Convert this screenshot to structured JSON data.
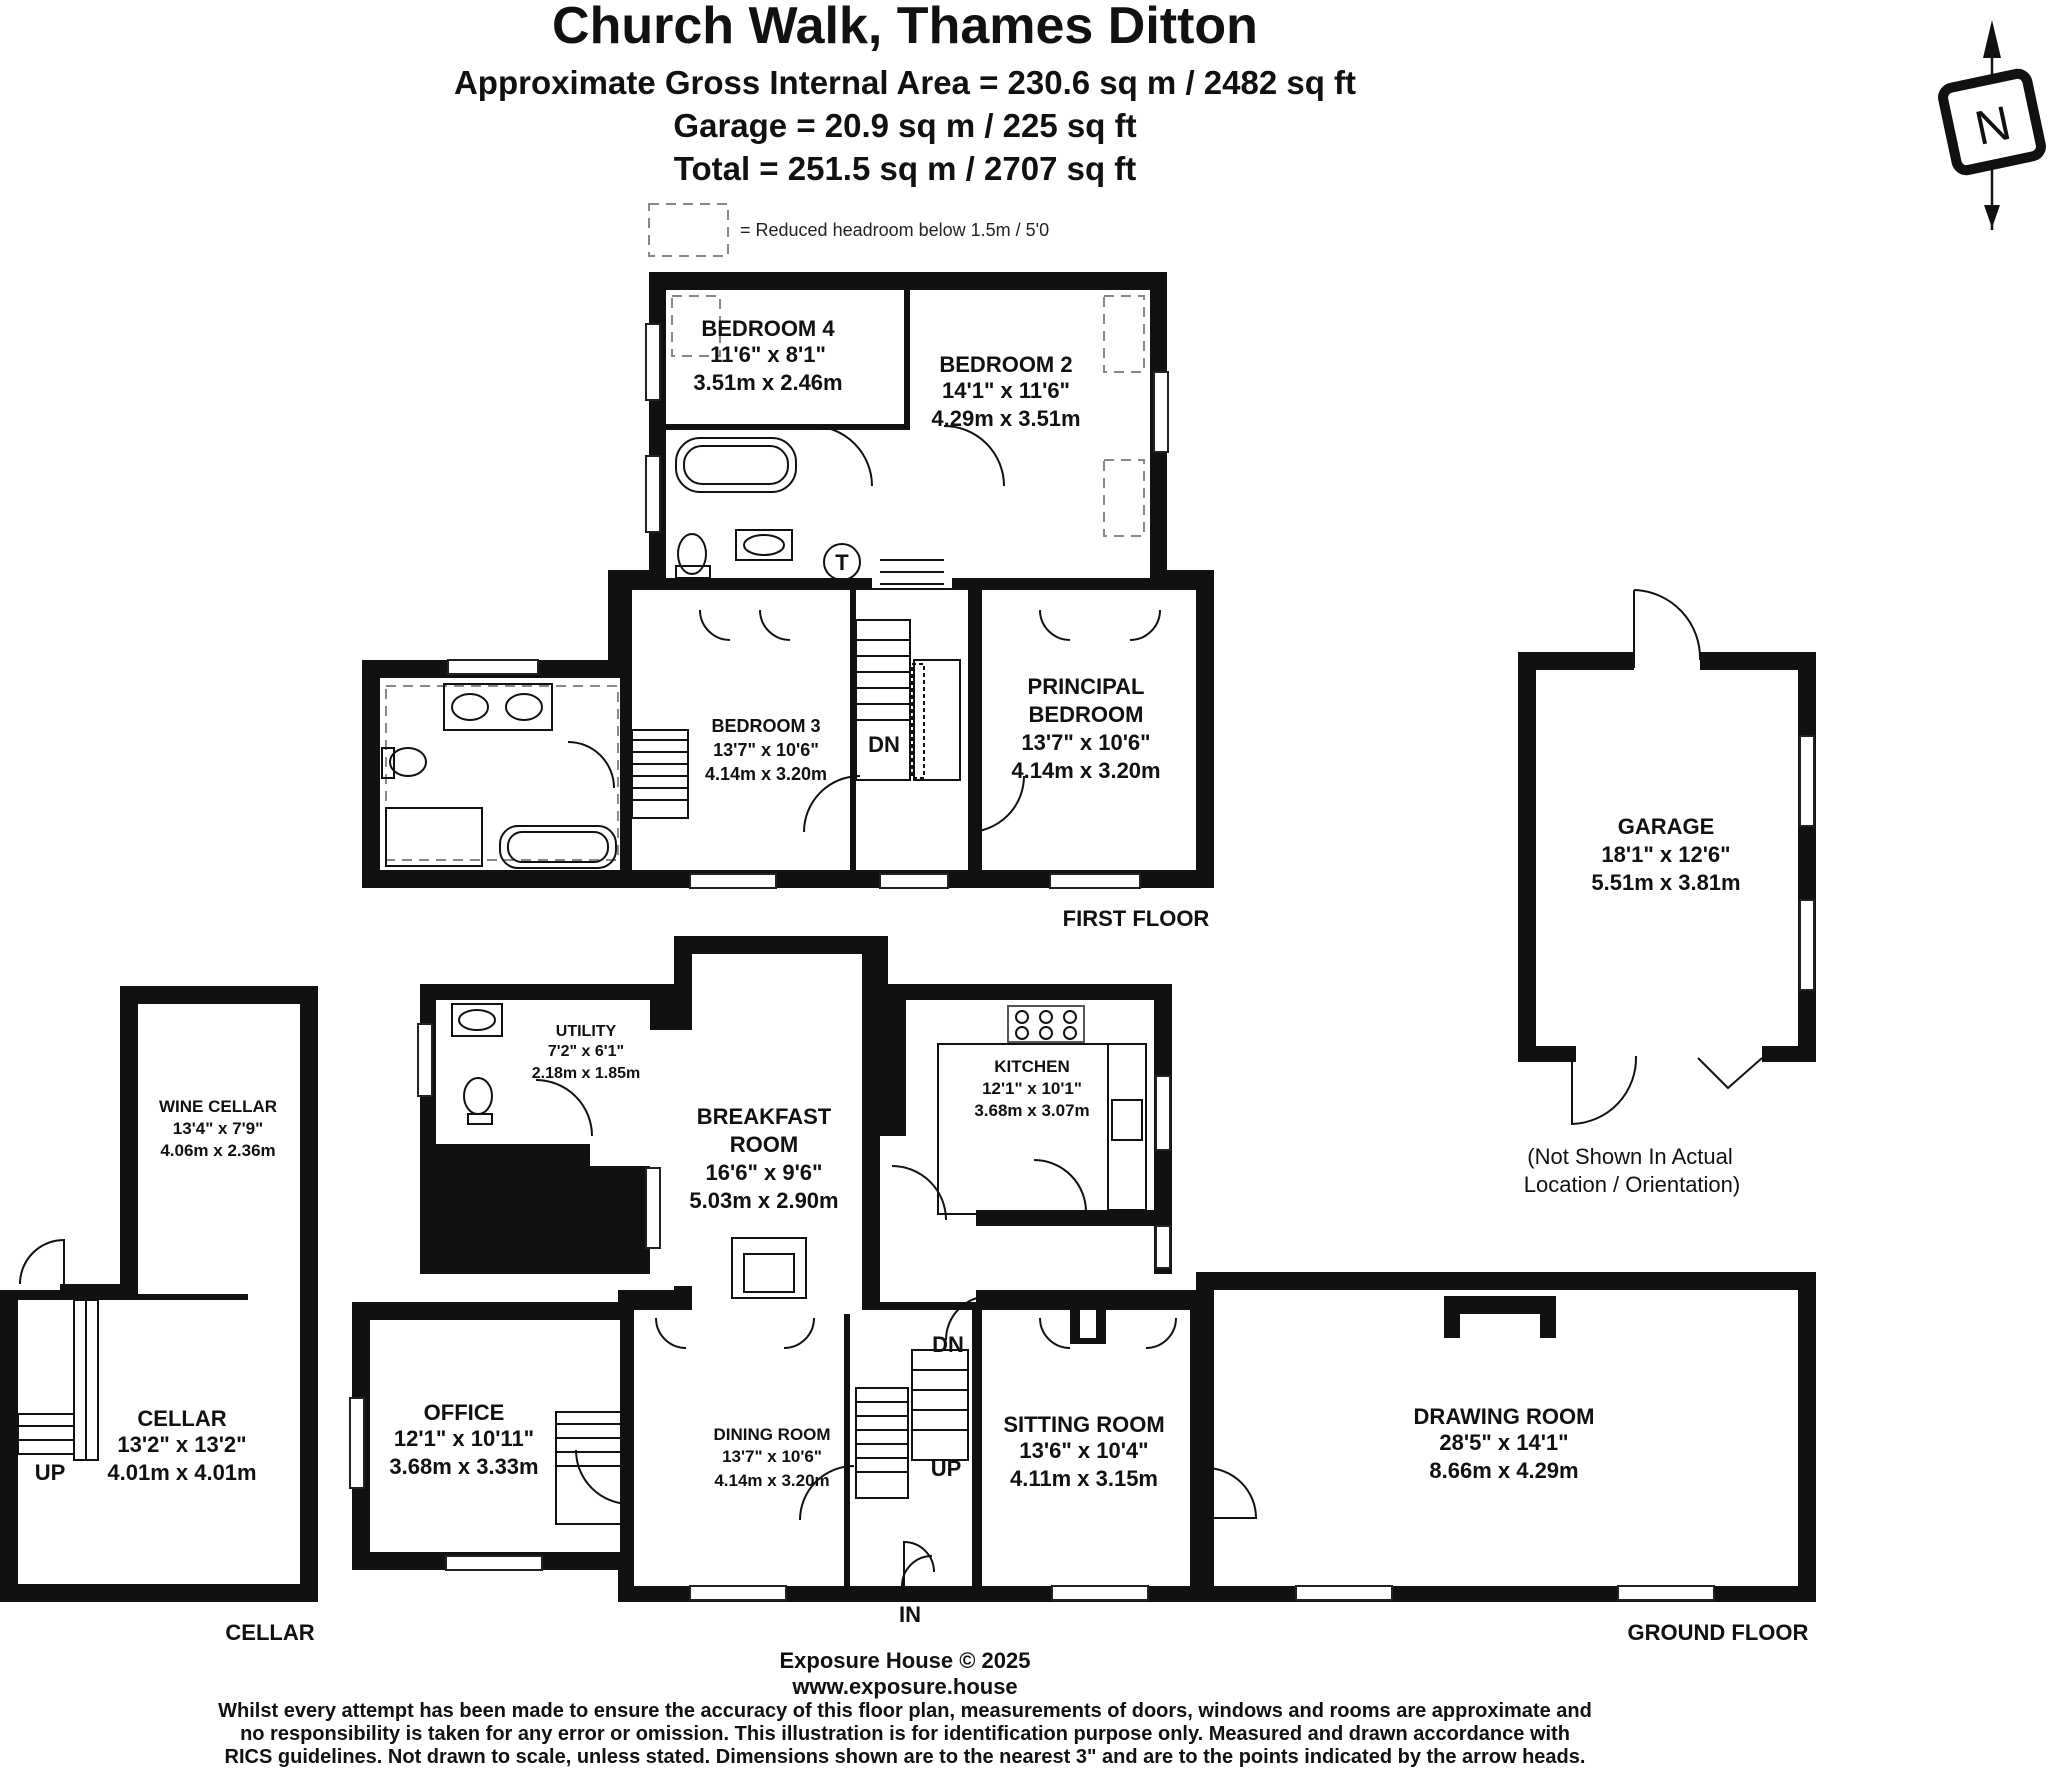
{
  "header": {
    "title": "Church Walk, Thames Ditton",
    "area_line": "Approximate Gross Internal Area = 230.6 sq m / 2482 sq ft",
    "garage_line": "Garage = 20.9 sq m / 225 sq ft",
    "total_line": "Total = 251.5 sq m / 2707 sq ft"
  },
  "legend": {
    "reduced_headroom": "= Reduced headroom below 1.5m / 5'0"
  },
  "compass": {
    "letter": "N"
  },
  "rooms": {
    "bedroom4": {
      "name": "BEDROOM 4",
      "imperial": "11'6\" x 8'1\"",
      "metric": "3.51m x 2.46m"
    },
    "bedroom2": {
      "name": "BEDROOM 2",
      "imperial": "14'1\" x 11'6\"",
      "metric": "4.29m x 3.51m"
    },
    "bedroom3": {
      "name": "BEDROOM 3",
      "imperial": "13'7\" x 10'6\"",
      "metric": "4.14m x 3.20m"
    },
    "principal": {
      "name1": "PRINCIPAL",
      "name2": "BEDROOM",
      "imperial": "13'7\" x 10'6\"",
      "metric": "4.14m x 3.20m"
    },
    "garage": {
      "name": "GARAGE",
      "imperial": "18'1\" x 12'6\"",
      "metric": "5.51m x 3.81m"
    },
    "utility": {
      "name": "UTILITY",
      "imperial": "7'2\" x 6'1\"",
      "metric": "2.18m x 1.85m"
    },
    "breakfast": {
      "name1": "BREAKFAST",
      "name2": "ROOM",
      "imperial": "16'6\" x 9'6\"",
      "metric": "5.03m x 2.90m"
    },
    "kitchen": {
      "name": "KITCHEN",
      "imperial": "12'1\" x 10'1\"",
      "metric": "3.68m x 3.07m"
    },
    "wine_cellar": {
      "name": "WINE CELLAR",
      "imperial": "13'4\" x 7'9\"",
      "metric": "4.06m x 2.36m"
    },
    "cellar": {
      "name": "CELLAR",
      "imperial": "13'2\" x 13'2\"",
      "metric": "4.01m x 4.01m"
    },
    "office": {
      "name": "OFFICE",
      "imperial": "12'1\" x 10'11\"",
      "metric": "3.68m x 3.33m"
    },
    "dining": {
      "name": "DINING ROOM",
      "imperial": "13'7\" x 10'6\"",
      "metric": "4.14m x 3.20m"
    },
    "sitting": {
      "name": "SITTING ROOM",
      "imperial": "13'6\" x 10'4\"",
      "metric": "4.11m x 3.15m"
    },
    "drawing": {
      "name": "DRAWING ROOM",
      "imperial": "28'5\" x 14'1\"",
      "metric": "8.66m x 4.29m"
    }
  },
  "labels": {
    "dn": "DN",
    "up": "UP",
    "in": "IN",
    "t": "T",
    "first_floor": "FIRST FLOOR",
    "ground_floor": "GROUND FLOOR",
    "cellar_floor": "CELLAR",
    "garage_note1": "(Not Shown In Actual",
    "garage_note2": "Location / Orientation)"
  },
  "footer": {
    "company": "Exposure House © 2025",
    "website": "www.exposure.house",
    "disclaimer1": "Whilst every attempt has been made to ensure the accuracy of this floor plan, measurements of doors, windows and rooms are approximate and",
    "disclaimer2": "no responsibility is taken for any error or omission. This illustration is for identification purpose only. Measured and drawn accordance with",
    "disclaimer3": "RICS guidelines. Not drawn to scale, unless stated. Dimensions shown are to the nearest 3\" and are to the points indicated by the arrow heads."
  }
}
